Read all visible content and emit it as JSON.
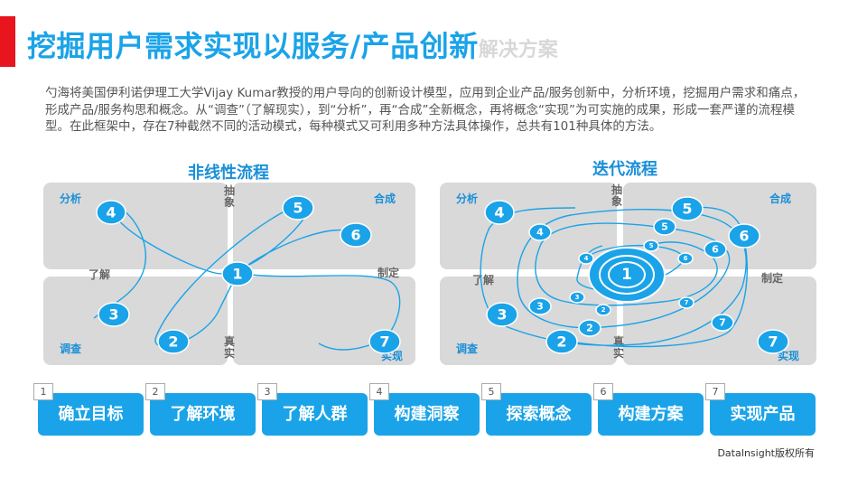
{
  "header": {
    "title": "挖掘用户需求实现以服务/产品创新",
    "subtitle": "解决方案"
  },
  "intro": "勺海将美国伊利诺伊理工大学Vijay Kumar教授的用户导向的创新设计模型，应用到企业产品/服务创新中，分析环境，挖掘用户需求和痛点，形成产品/服务构思和概念。从“调查”（了解现实），到“分析”，再“合成”全新概念，再将概念“实现”为可实施的成果，形成一套严谨的流程模型。在此框架中，存在7种截然不同的活动模式，每种模式又可利用多种方法具体操作，总共有101种具体的方法。",
  "diagrams": {
    "left": {
      "title": "非线性流程",
      "q_analysis": "分析",
      "q_synthesis": "合成",
      "q_research": "调查",
      "q_realize": "实现",
      "axis_abstract": "抽象",
      "axis_real": "真实",
      "axis_understand": "了解",
      "axis_build": "制定"
    },
    "right": {
      "title": "迭代流程",
      "q_analysis": "分析",
      "q_synthesis": "合成",
      "q_research": "调查",
      "q_realize": "实现",
      "axis_abstract": "抽象",
      "axis_real": "真实",
      "axis_understand": "了解",
      "axis_build": "制定"
    }
  },
  "node_labels": [
    "1",
    "2",
    "3",
    "4",
    "5",
    "6",
    "7"
  ],
  "steps": [
    {
      "num": "1",
      "label": "确立目标"
    },
    {
      "num": "2",
      "label": "了解环境"
    },
    {
      "num": "3",
      "label": "了解人群"
    },
    {
      "num": "4",
      "label": "构建洞察"
    },
    {
      "num": "5",
      "label": "探索概念"
    },
    {
      "num": "6",
      "label": "构建方案"
    },
    {
      "num": "7",
      "label": "实现产品"
    }
  ],
  "credit": "DataInsight版权所有",
  "colors": {
    "accent": "#1aa3e8",
    "title": "#1aa3e8",
    "red_bar": "#e8141e",
    "quadrant": "#d9d9d9"
  }
}
